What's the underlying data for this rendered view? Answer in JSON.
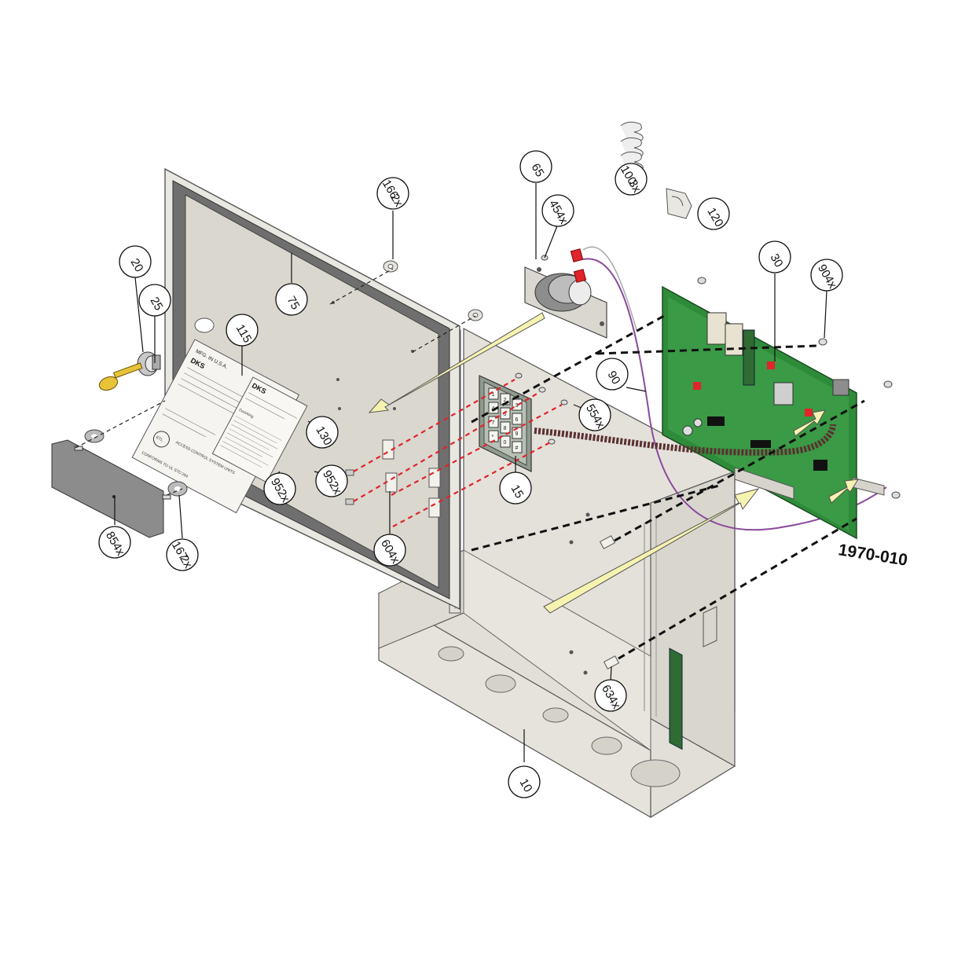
{
  "diagram": {
    "part_number": "1970-010",
    "callouts": [
      {
        "id": "c10",
        "num": "10",
        "qty": ""
      },
      {
        "id": "c15",
        "num": "15",
        "qty": ""
      },
      {
        "id": "c20",
        "num": "20",
        "qty": ""
      },
      {
        "id": "c25",
        "num": "25",
        "qty": ""
      },
      {
        "id": "c30",
        "num": "30",
        "qty": ""
      },
      {
        "id": "c45",
        "num": "45",
        "qty": "4x"
      },
      {
        "id": "c55",
        "num": "55",
        "qty": "4x"
      },
      {
        "id": "c60",
        "num": "60",
        "qty": "4x"
      },
      {
        "id": "c63",
        "num": "63",
        "qty": "4x"
      },
      {
        "id": "c65",
        "num": "65",
        "qty": ""
      },
      {
        "id": "c75",
        "num": "75",
        "qty": ""
      },
      {
        "id": "c85",
        "num": "85",
        "qty": "4x"
      },
      {
        "id": "c90a",
        "num": "90",
        "qty": "4x"
      },
      {
        "id": "c90b",
        "num": "90",
        "qty": ""
      },
      {
        "id": "c95a",
        "num": "95",
        "qty": "2x"
      },
      {
        "id": "c95b",
        "num": "95",
        "qty": "2x"
      },
      {
        "id": "c100",
        "num": "100",
        "qty": "3x"
      },
      {
        "id": "c115",
        "num": "115",
        "qty": ""
      },
      {
        "id": "c120",
        "num": "120",
        "qty": ""
      },
      {
        "id": "c130",
        "num": "130",
        "qty": ""
      },
      {
        "id": "c166",
        "num": "166",
        "qty": "2x"
      },
      {
        "id": "c167",
        "num": "167",
        "qty": "2x"
      }
    ],
    "label_plate": {
      "brand": "DKS",
      "made_in": "MFG. IN U.S.A.",
      "conformity": "CONFORMS TO UL STD 294",
      "listing": "ACCESS CONTROL SYSTEM UNITS",
      "etl": "ETL"
    },
    "data_label": {
      "brand": "DKS",
      "heading": "Doorking"
    },
    "keypad_keys": [
      "1",
      "2",
      "3",
      "4",
      "5",
      "6",
      "7",
      "8",
      "9",
      "*",
      "0",
      "#"
    ],
    "colors": {
      "cabinet": "#e9e7e1",
      "cabinet_shadow": "#cfccc4",
      "gasket": "#6f6f6f",
      "pcb": "#2e8b3a",
      "wire_purple": "#8a4a9c",
      "dash_red": "#e0242a",
      "arrow_fill": "#f6f3b0",
      "key_gold": "#e8c33a"
    }
  }
}
